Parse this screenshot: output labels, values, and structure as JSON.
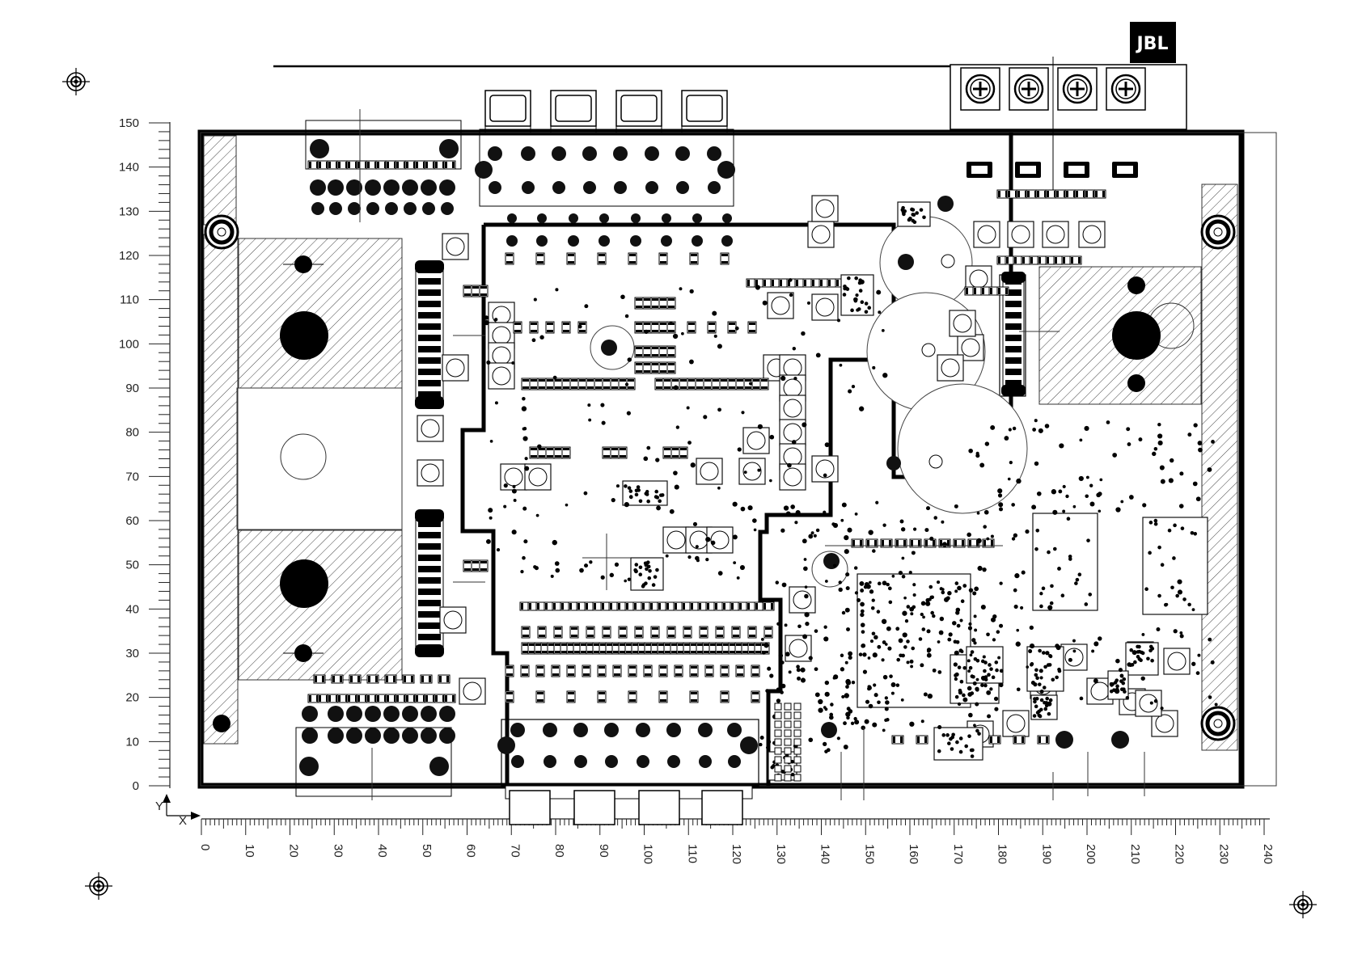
{
  "logo": {
    "text": "JBL",
    "background": "#000000",
    "foreground": "#ffffff"
  },
  "axes": {
    "y_label": "Y",
    "x_label": "X",
    "y_ticks": [
      "0",
      "10",
      "20",
      "30",
      "40",
      "50",
      "60",
      "70",
      "80",
      "90",
      "100",
      "110",
      "120",
      "130",
      "140",
      "150"
    ],
    "x_ticks": [
      "0",
      "10",
      "20",
      "30",
      "40",
      "50",
      "60",
      "70",
      "80",
      "90",
      "100",
      "110",
      "120",
      "130",
      "140",
      "150",
      "160",
      "170",
      "180",
      "190",
      "200",
      "210",
      "220",
      "230",
      "240"
    ],
    "y_range": [
      0,
      150
    ],
    "x_range": [
      0,
      240
    ],
    "units_minor": 1
  },
  "colors": {
    "ink": "#000000",
    "paper": "#ffffff"
  },
  "icons": [
    "registration-mark-icon",
    "mounting-hole-icon",
    "screw-terminal-icon",
    "rca-jack-icon"
  ]
}
